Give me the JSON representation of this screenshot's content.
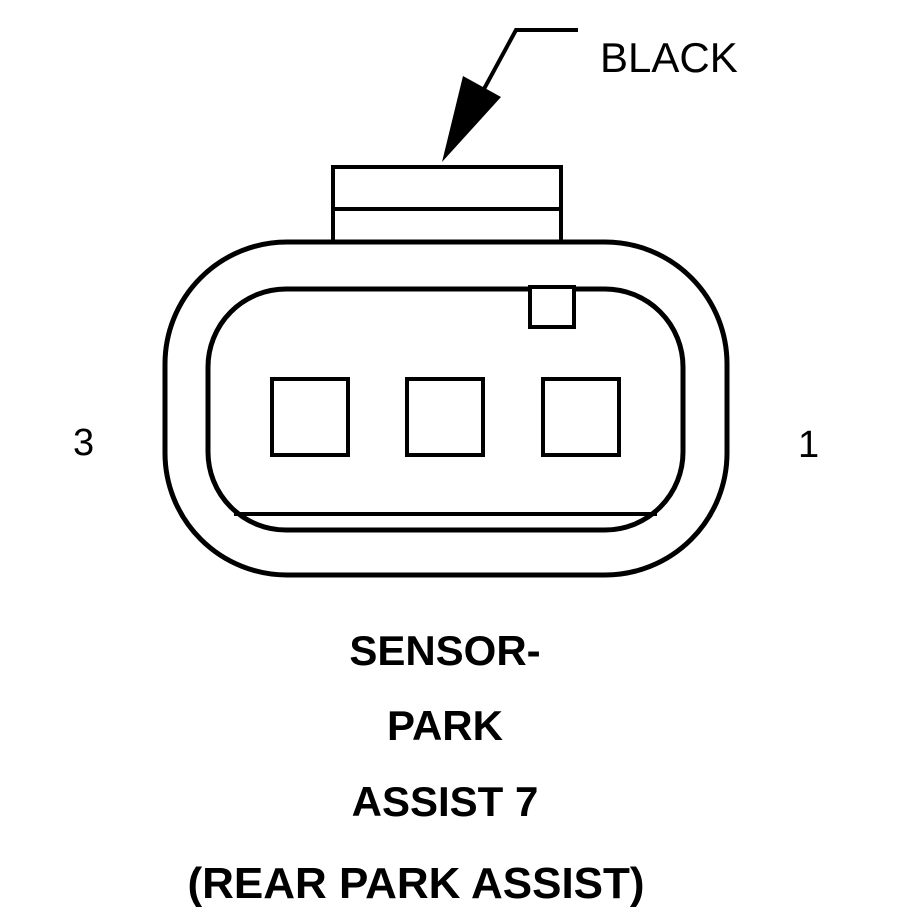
{
  "connector": {
    "color_label": "BLACK",
    "pin_left": "3",
    "pin_right": "1",
    "cavity_count": 3,
    "outline_color": "#000000",
    "background": "#ffffff"
  },
  "title": {
    "line1": "SENSOR-",
    "line2": "PARK",
    "line3": "ASSIST 7",
    "subtitle": "(REAR PARK ASSIST)"
  }
}
